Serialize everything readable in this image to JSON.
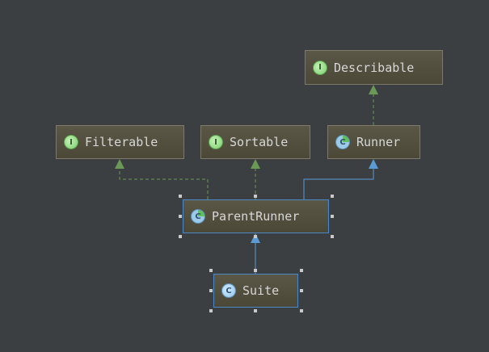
{
  "nodes": {
    "describable": {
      "label": "Describable",
      "kind": "interface",
      "badge": "I"
    },
    "filterable": {
      "label": "Filterable",
      "kind": "interface",
      "badge": "I"
    },
    "sortable": {
      "label": "Sortable",
      "kind": "interface",
      "badge": "I"
    },
    "runner": {
      "label": "Runner",
      "kind": "abstract-class",
      "badge": "C"
    },
    "parent_runner": {
      "label": "ParentRunner",
      "kind": "abstract-class",
      "badge": "C"
    },
    "suite": {
      "label": "Suite",
      "kind": "class",
      "badge": "C"
    }
  },
  "edges": [
    {
      "from": "ParentRunner",
      "to": "Filterable",
      "type": "implements"
    },
    {
      "from": "ParentRunner",
      "to": "Sortable",
      "type": "implements"
    },
    {
      "from": "ParentRunner",
      "to": "Runner",
      "type": "extends"
    },
    {
      "from": "Runner",
      "to": "Describable",
      "type": "implements"
    },
    {
      "from": "Suite",
      "to": "ParentRunner",
      "type": "extends"
    }
  ],
  "colors": {
    "background": "#3c3f41",
    "implements_edge": "#6a9955",
    "extends_edge": "#5a9bd5",
    "selection_border": "#4a88c7"
  }
}
